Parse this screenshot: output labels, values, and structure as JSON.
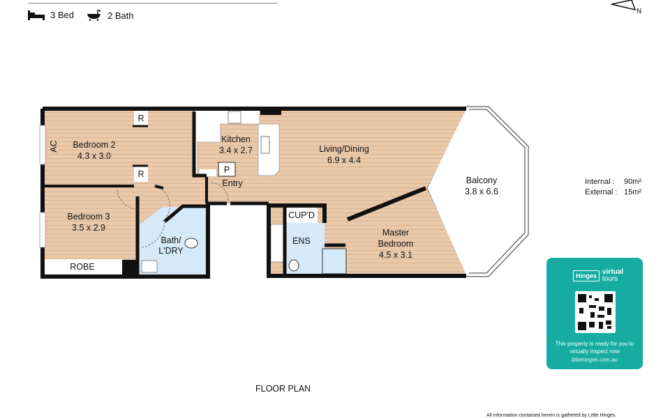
{
  "features": {
    "beds": "3 Bed",
    "baths": "2 Bath",
    "bed_icon": "bed-icon",
    "bath_icon": "bathtub-icon"
  },
  "compass": {
    "label": "N"
  },
  "rooms": {
    "bedroom2": {
      "name": "Bedroom 2",
      "size": "4.3 x 3.0"
    },
    "bedroom3": {
      "name": "Bedroom 3",
      "size": "3.5 x 2.9"
    },
    "kitchen": {
      "name": "Kitchen",
      "size": "3.4 x 2.7"
    },
    "living": {
      "name": "Living/Dining",
      "size": "6.9 x 4.4"
    },
    "balcony": {
      "name": "Balcony",
      "size": "3.8 x 6.6"
    },
    "master": {
      "name1": "Master",
      "name2": "Bedroom",
      "size": "4.5 x 3.1"
    },
    "bath": {
      "name1": "Bath/",
      "name2": "L'DRY"
    },
    "ens": {
      "name": "ENS"
    },
    "cupd": {
      "name": "CUP'D"
    },
    "robe": {
      "name": "ROBE"
    },
    "entry": {
      "name": "Entry"
    },
    "r1": "R",
    "r2": "R",
    "pantry": "P",
    "ac": "AC"
  },
  "areas": {
    "internal_label": "Internal :",
    "internal_value": "90m²",
    "external_label": "External :",
    "external_value": "15m²"
  },
  "card": {
    "brand_small": "Hinges",
    "brand_tag": "virtual",
    "brand_tag2": "tours",
    "message": "This property is ready for you to virtually inspect now",
    "url": "littlehinges.com.au",
    "color": "#16aca2"
  },
  "plan_title": "FLOOR PLAN",
  "disclaimer": "All information contained herein is gathered by Little Hinges"
}
